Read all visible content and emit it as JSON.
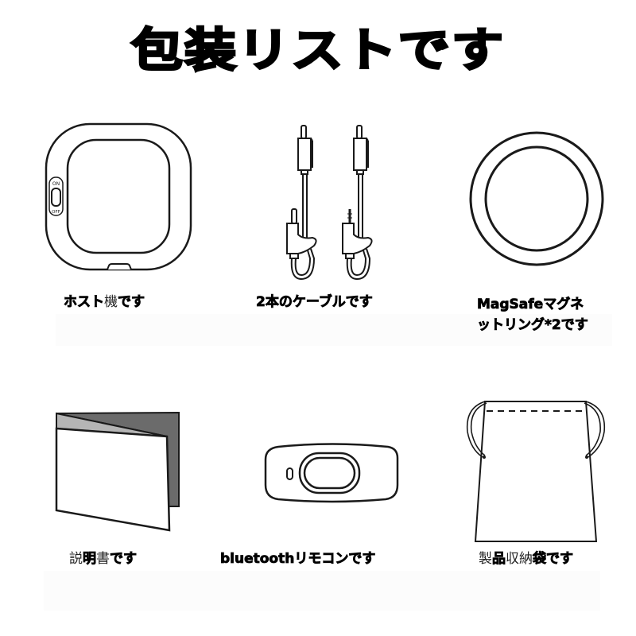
{
  "title": "包装リストです",
  "colors": {
    "background": "#ffffff",
    "text": "#000000",
    "line": "#1a1a1a",
    "manual_back": "#6b6b6b",
    "manual_mid": "#b5b5b5"
  },
  "items": [
    {
      "id": "host",
      "label": "ホスト機です",
      "label_parts": [
        "ホスト",
        "機",
        "です"
      ],
      "icon": "host-device-icon",
      "switch_on": "ON",
      "switch_off": "OFF"
    },
    {
      "id": "cables",
      "label": "2本のケーブルです",
      "icon": "cable-pair-icon"
    },
    {
      "id": "magsafe",
      "label_line1": "MagSafeマグネ",
      "label_line2": "ットリング*2です",
      "icon": "magnet-ring-icon"
    },
    {
      "id": "manual",
      "label": "説明書です",
      "label_parts": [
        "説",
        "明",
        "書",
        "です"
      ],
      "icon": "manual-booklet-icon"
    },
    {
      "id": "remote",
      "label": "bluetoothリモコンです",
      "icon": "remote-control-icon"
    },
    {
      "id": "bag",
      "label": "製品収納袋です",
      "label_parts": [
        "製",
        "品",
        "収納",
        "袋です"
      ],
      "icon": "drawstring-bag-icon"
    }
  ]
}
